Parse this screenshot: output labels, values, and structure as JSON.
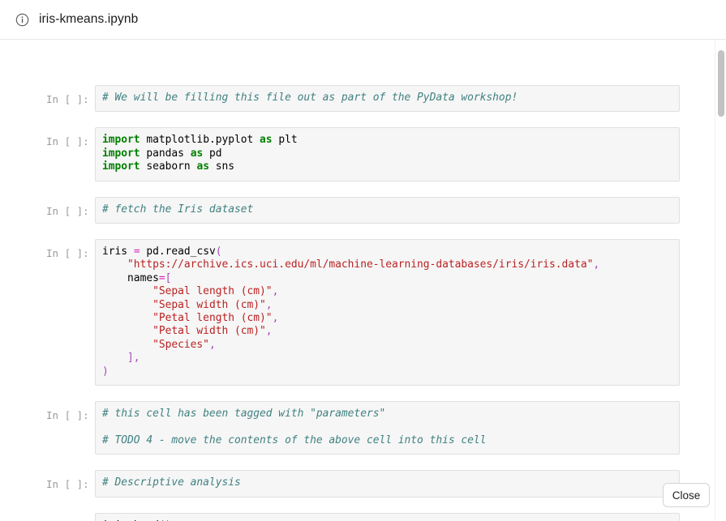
{
  "header": {
    "icon": "info-circle-icon",
    "title": "iris-kmeans.ipynb"
  },
  "notebook": {
    "prompt_label": "In [ ]:",
    "cells": [
      {
        "index": 0,
        "type": "code",
        "prompt": "In [ ]:",
        "source": "# We will be filling this file out as part of the PyData workshop!"
      },
      {
        "index": 1,
        "type": "code",
        "prompt": "In [ ]:",
        "source": "import matplotlib.pyplot as plt\nimport pandas as pd\nimport seaborn as sns"
      },
      {
        "index": 2,
        "type": "code",
        "prompt": "In [ ]:",
        "source": "# fetch the Iris dataset"
      },
      {
        "index": 3,
        "type": "code",
        "prompt": "In [ ]:",
        "source": "iris = pd.read_csv(\n    \"https://archive.ics.uci.edu/ml/machine-learning-databases/iris/iris.data\",\n    names=[\n        \"Sepal length (cm)\",\n        \"Sepal width (cm)\",\n        \"Petal length (cm)\",\n        \"Petal width (cm)\",\n        \"Species\",\n    ],\n)"
      },
      {
        "index": 4,
        "type": "code",
        "prompt": "In [ ]:",
        "source": "# this cell has been tagged with \"parameters\"\n\n# TODO 4 - move the contents of the above cell into this cell"
      },
      {
        "index": 5,
        "type": "code",
        "prompt": "In [ ]:",
        "source": "# Descriptive analysis"
      },
      {
        "index": 6,
        "type": "code",
        "prompt": "In [ ]:",
        "source": "iris.head()"
      }
    ]
  },
  "footer": {
    "close_label": "Close"
  },
  "colors": {
    "comment": "#408080",
    "keyword": "#008000",
    "string": "#ba2121",
    "operator": "#a44bbb",
    "equals": "#d925b4",
    "cell_background": "#f6f6f6",
    "cell_border": "#e0e0e0",
    "prompt_text": "#9a9a9a",
    "scrollbar_thumb": "#c2c2c2"
  }
}
